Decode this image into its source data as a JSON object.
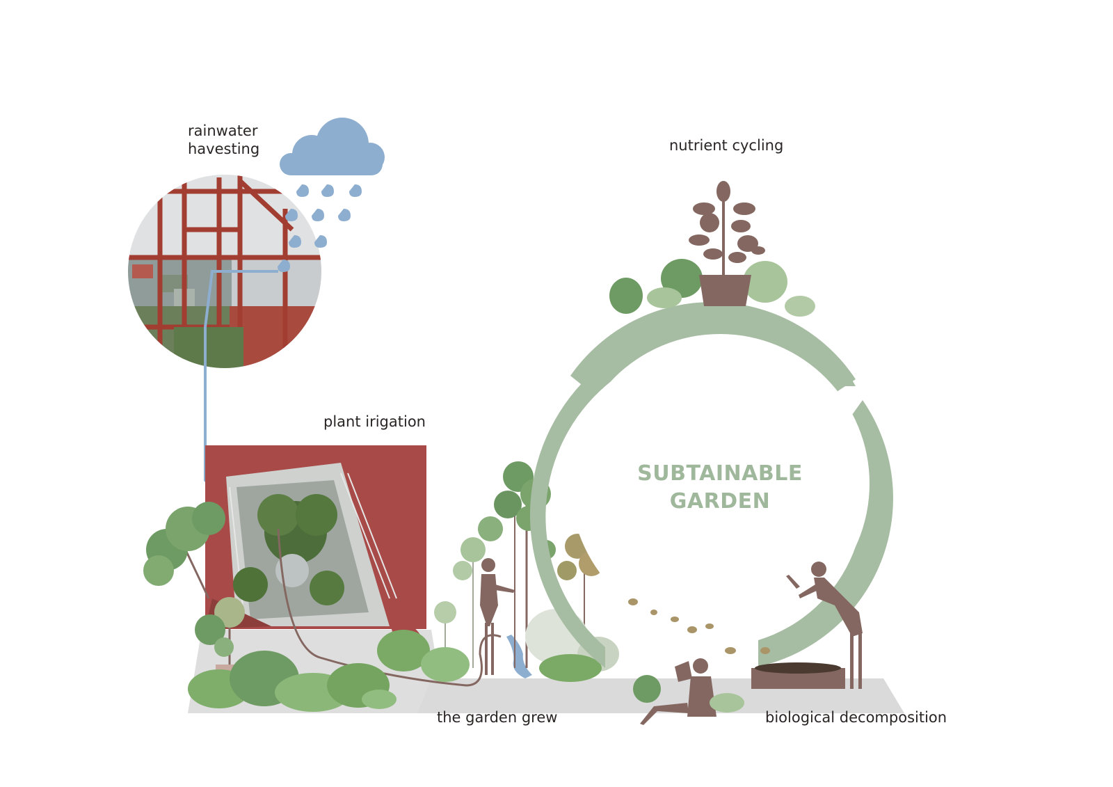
{
  "labels": {
    "rainwater_line1": "rainwater",
    "rainwater_line2": "havesting",
    "plant_irigation": "plant irigation",
    "nutrient_cycling": "nutrient cycling",
    "garden_grew": "the garden grew",
    "biological_decomposition": "biological decomposition"
  },
  "center": {
    "line1": "SUBTAINABLE",
    "line2": "GARDEN"
  },
  "colors": {
    "cycle_ring": "#a7bda3",
    "title_text": "#9fb79b",
    "water_blue": "#8eaed0",
    "figure_brown": "#836760",
    "frame_red": "#a64a45",
    "ground_grey": "#dcdcdc",
    "foliage_dark": "#6e9a63",
    "foliage_light": "#a8c49a"
  }
}
